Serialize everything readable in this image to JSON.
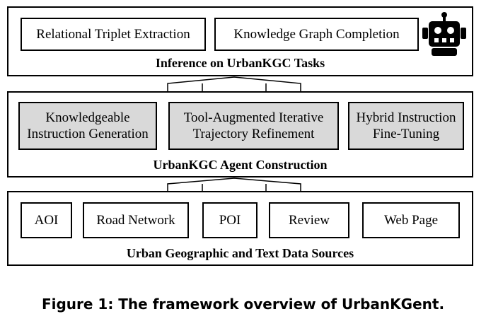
{
  "top_panel": {
    "boxes": [
      "Relational Triplet Extraction",
      "Knowledge Graph Completion"
    ],
    "title": "Inference on UrbanKGC Tasks",
    "icon": "robot-icon"
  },
  "middle_panel": {
    "boxes": [
      [
        "Knowledgeable",
        "Instruction Generation"
      ],
      [
        "Tool-Augmented Iterative",
        "Trajectory Refinement"
      ],
      [
        "Hybrid Instruction",
        "Fine-Tuning"
      ]
    ],
    "title": "UrbanKGC Agent Construction"
  },
  "bottom_panel": {
    "boxes": [
      "AOI",
      "Road Network",
      "POI",
      "Review",
      "Web Page"
    ],
    "title": "Urban Geographic and Text Data Sources"
  },
  "caption": "Figure 1: The framework overview of UrbanKGent.",
  "colors": {
    "shaded_box": "#d9d9d9",
    "stroke": "#000000"
  }
}
